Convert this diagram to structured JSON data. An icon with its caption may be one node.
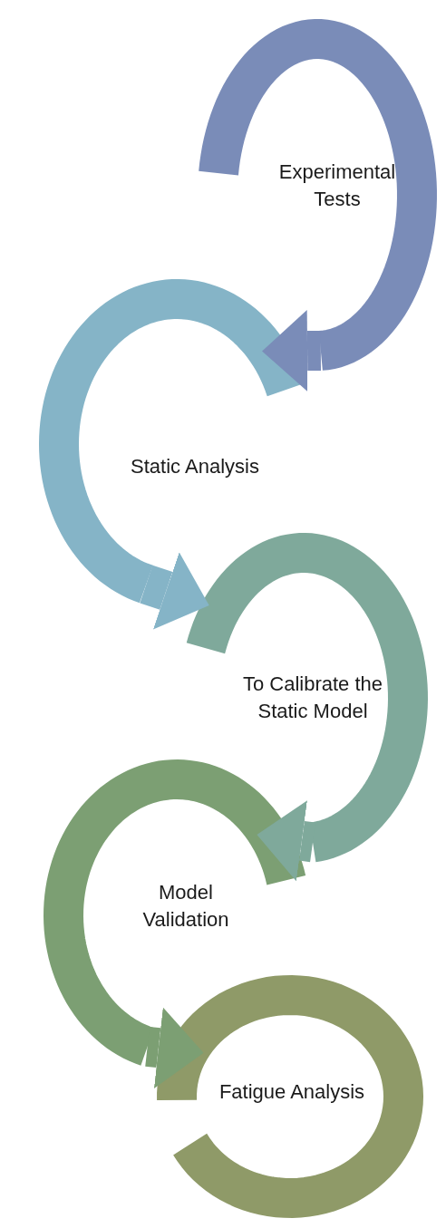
{
  "diagram": {
    "nodes": [
      {
        "text": [
          "Experimental Tests"
        ]
      },
      {
        "text": [
          "Static Analysis"
        ]
      },
      {
        "text": [
          "To Calibrate the Static Model"
        ]
      },
      {
        "text": [
          "Model Validation"
        ]
      },
      {
        "text": [
          "Fatigue Analysis"
        ]
      }
    ],
    "edges": [
      {
        "from": 0,
        "to": 1,
        "arrow": "to",
        "color": "#7a8cb8"
      },
      {
        "from": 1,
        "to": 2,
        "arrow": "to",
        "color": "#85b4c7"
      },
      {
        "from": 2,
        "to": 3,
        "arrow": "to",
        "color": "#7fa99b"
      },
      {
        "from": 3,
        "to": 4,
        "arrow": "to",
        "color": "#7c9f73"
      }
    ]
  }
}
